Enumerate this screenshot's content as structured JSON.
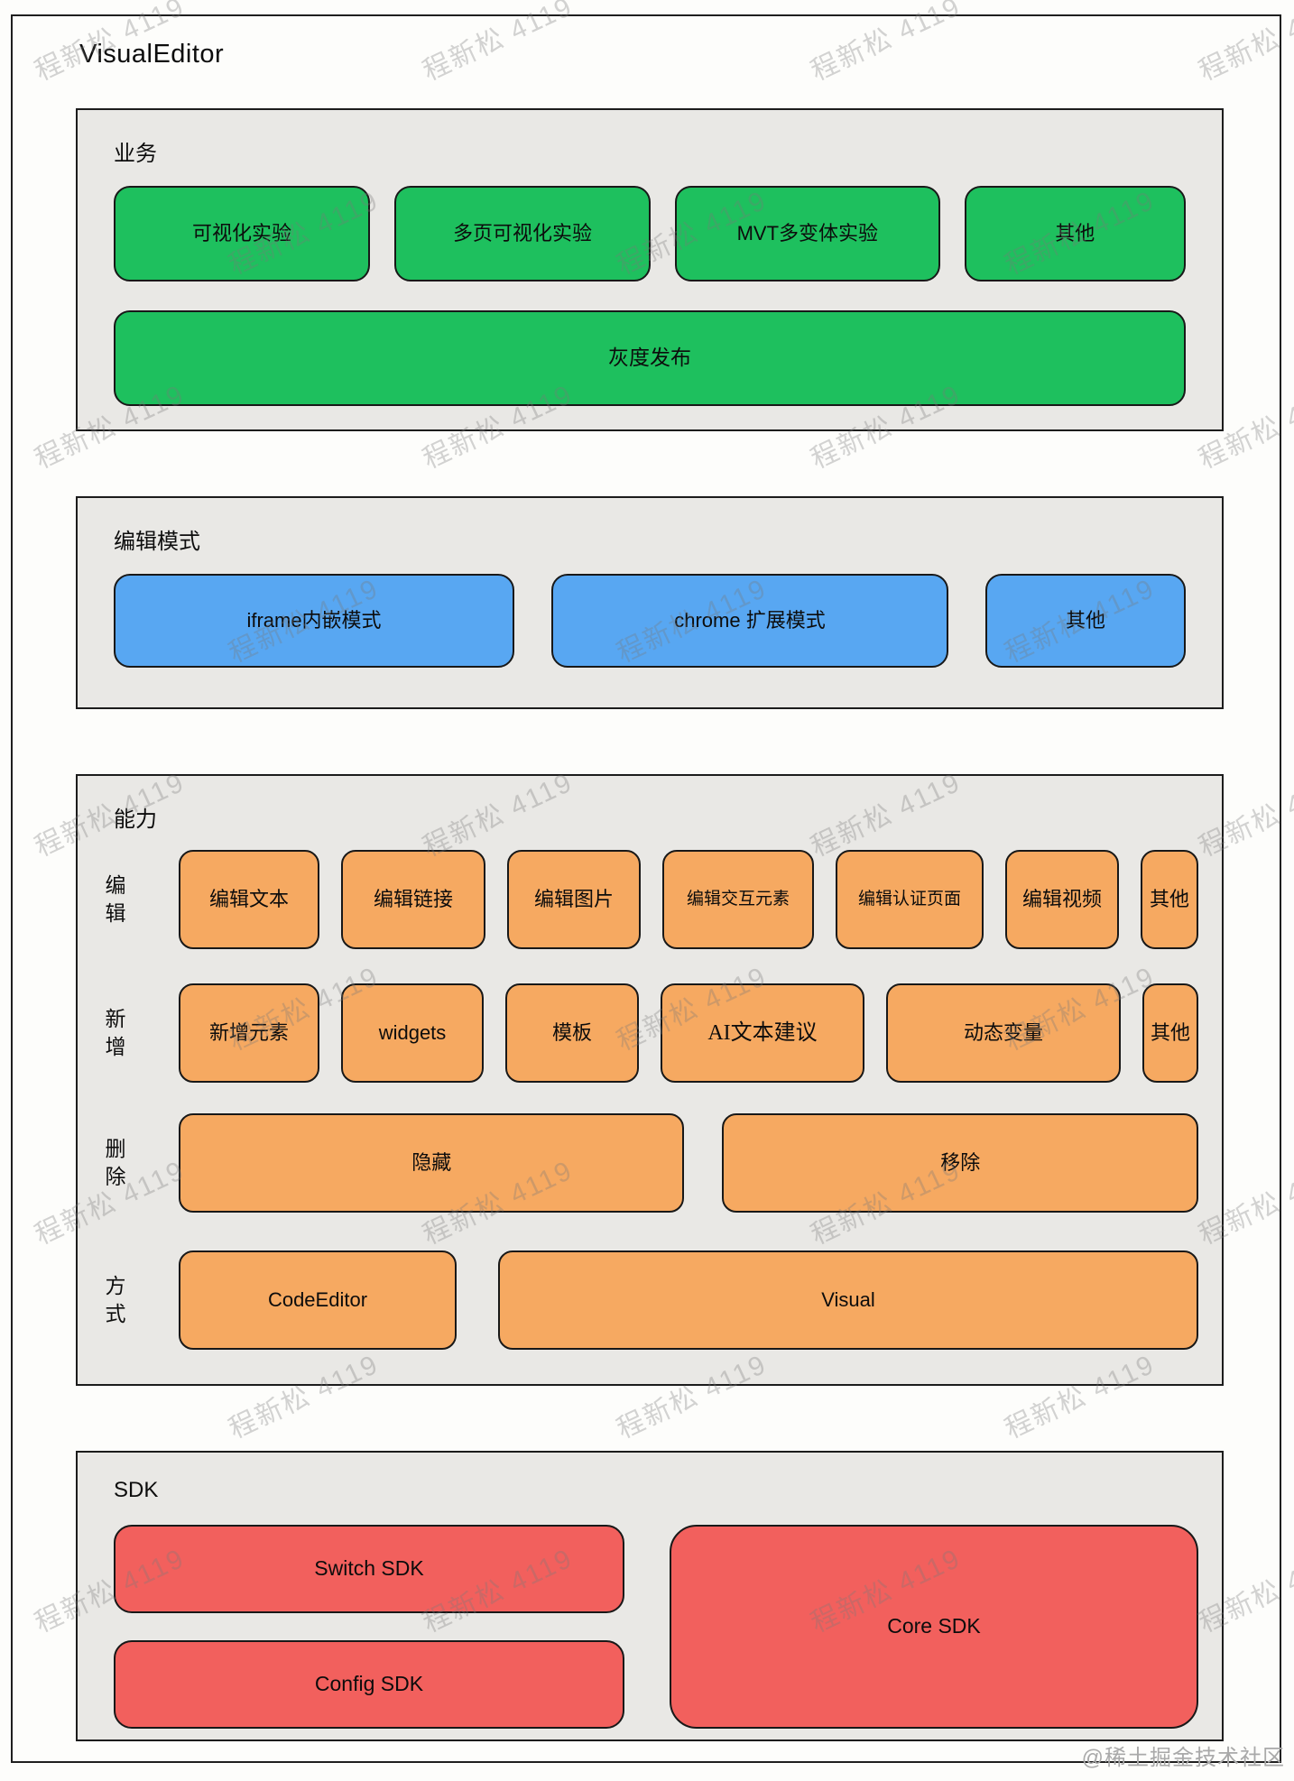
{
  "page": {
    "title": "VisualEditor",
    "credit": "@稀土掘金技术社区"
  },
  "watermark": {
    "text": "程新松 4119"
  },
  "colors": {
    "green": "#1ec05e",
    "blue": "#58a7f2",
    "orange": "#f6a961",
    "red": "#f2605d",
    "section_bg": "#e9e8e5",
    "page_bg": "#fdfdfb"
  },
  "sections": {
    "business": {
      "label": "业务",
      "buttons": [
        "可视化实验",
        "多页可视化实验",
        "MVT多变体实验",
        "其他"
      ],
      "wide_button": "灰度发布"
    },
    "edit_mode": {
      "label": "编辑模式",
      "buttons": [
        "iframe内嵌模式",
        "chrome 扩展模式",
        "其他"
      ]
    },
    "capability": {
      "label": "能力",
      "rows": [
        {
          "label": "编辑",
          "buttons": [
            "编辑文本",
            "编辑链接",
            "编辑图片",
            "编辑交互元素",
            "编辑认证页面",
            "编辑视频",
            "其他"
          ]
        },
        {
          "label": "新增",
          "buttons": [
            "新增元素",
            "widgets",
            "模板",
            "AI文本建议",
            "动态变量",
            "其他"
          ]
        },
        {
          "label": "删除",
          "buttons": [
            "隐藏",
            "移除"
          ]
        },
        {
          "label": "方式",
          "buttons": [
            "CodeEditor",
            "Visual"
          ]
        }
      ]
    },
    "sdk": {
      "label": "SDK",
      "buttons": [
        "Switch SDK",
        "Config SDK",
        "Core SDK"
      ]
    }
  }
}
